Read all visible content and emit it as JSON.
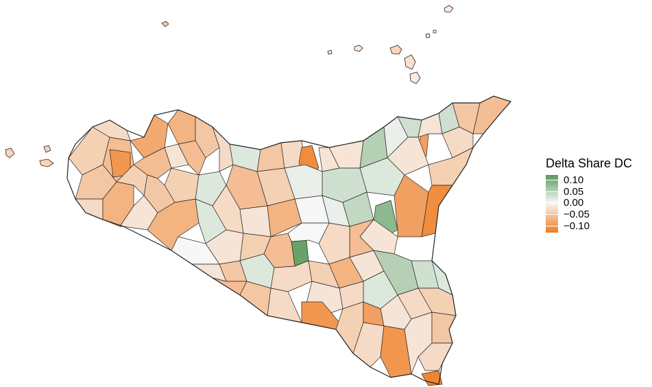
{
  "legend": {
    "title": "Delta Share DC",
    "ticks": [
      {
        "label": "0.10",
        "value": 0.1
      },
      {
        "label": "0.05",
        "value": 0.05
      },
      {
        "label": "0.00",
        "value": 0.0
      },
      {
        "label": "−0.05",
        "value": -0.05
      },
      {
        "label": "−0.10",
        "value": -0.1
      }
    ],
    "range": [
      0.12,
      -0.13
    ],
    "colors": {
      "high": "#5a9a5a",
      "mid": "#f7f7f7",
      "low": "#f07a1e"
    }
  },
  "palette": {
    "border": "#222222"
  }
}
